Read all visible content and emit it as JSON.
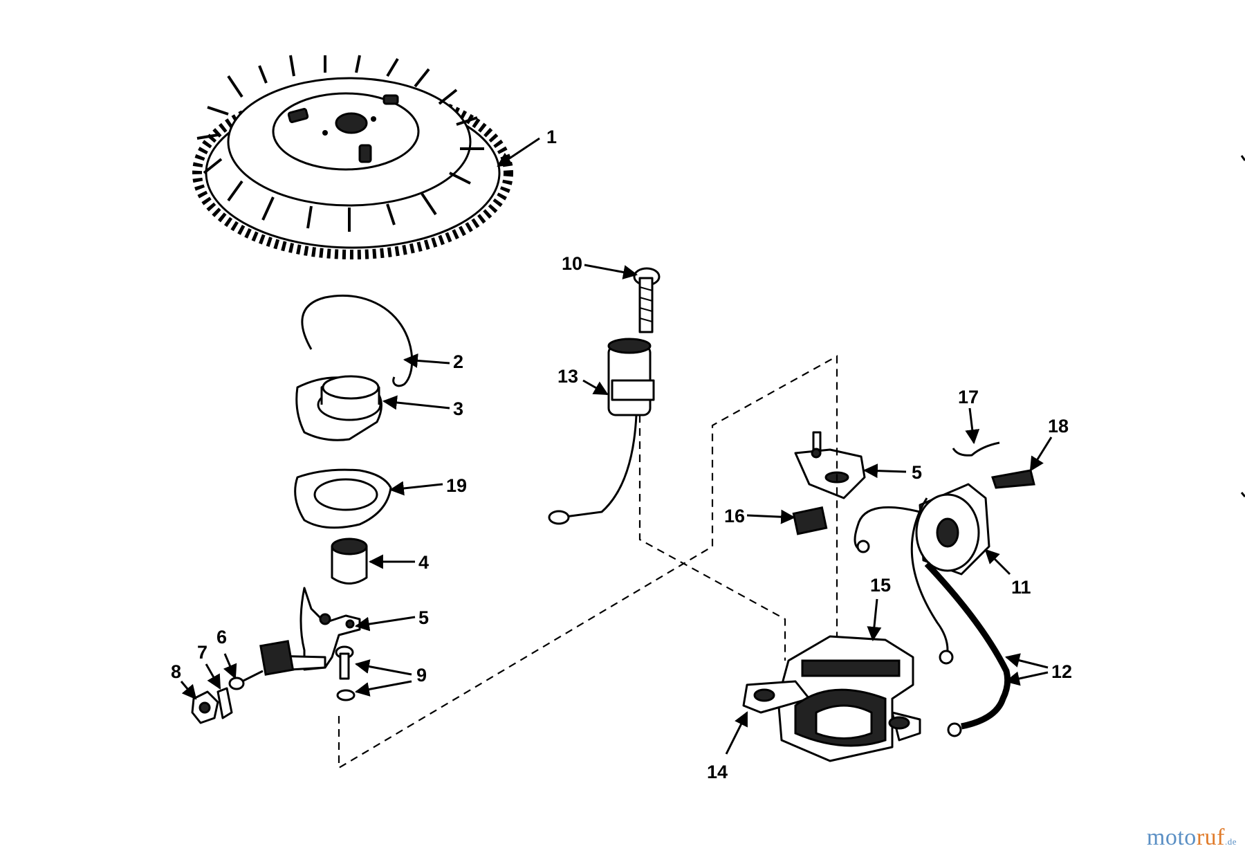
{
  "diagram": {
    "callouts": [
      "1",
      "2",
      "3",
      "19",
      "4",
      "5",
      "6",
      "7",
      "8",
      "9",
      "10",
      "13",
      "17",
      "18",
      "5",
      "16",
      "11",
      "15",
      "12",
      "14"
    ]
  },
  "watermark": {
    "part1": "moto",
    "part2": "ruf",
    "part3": ".de"
  }
}
